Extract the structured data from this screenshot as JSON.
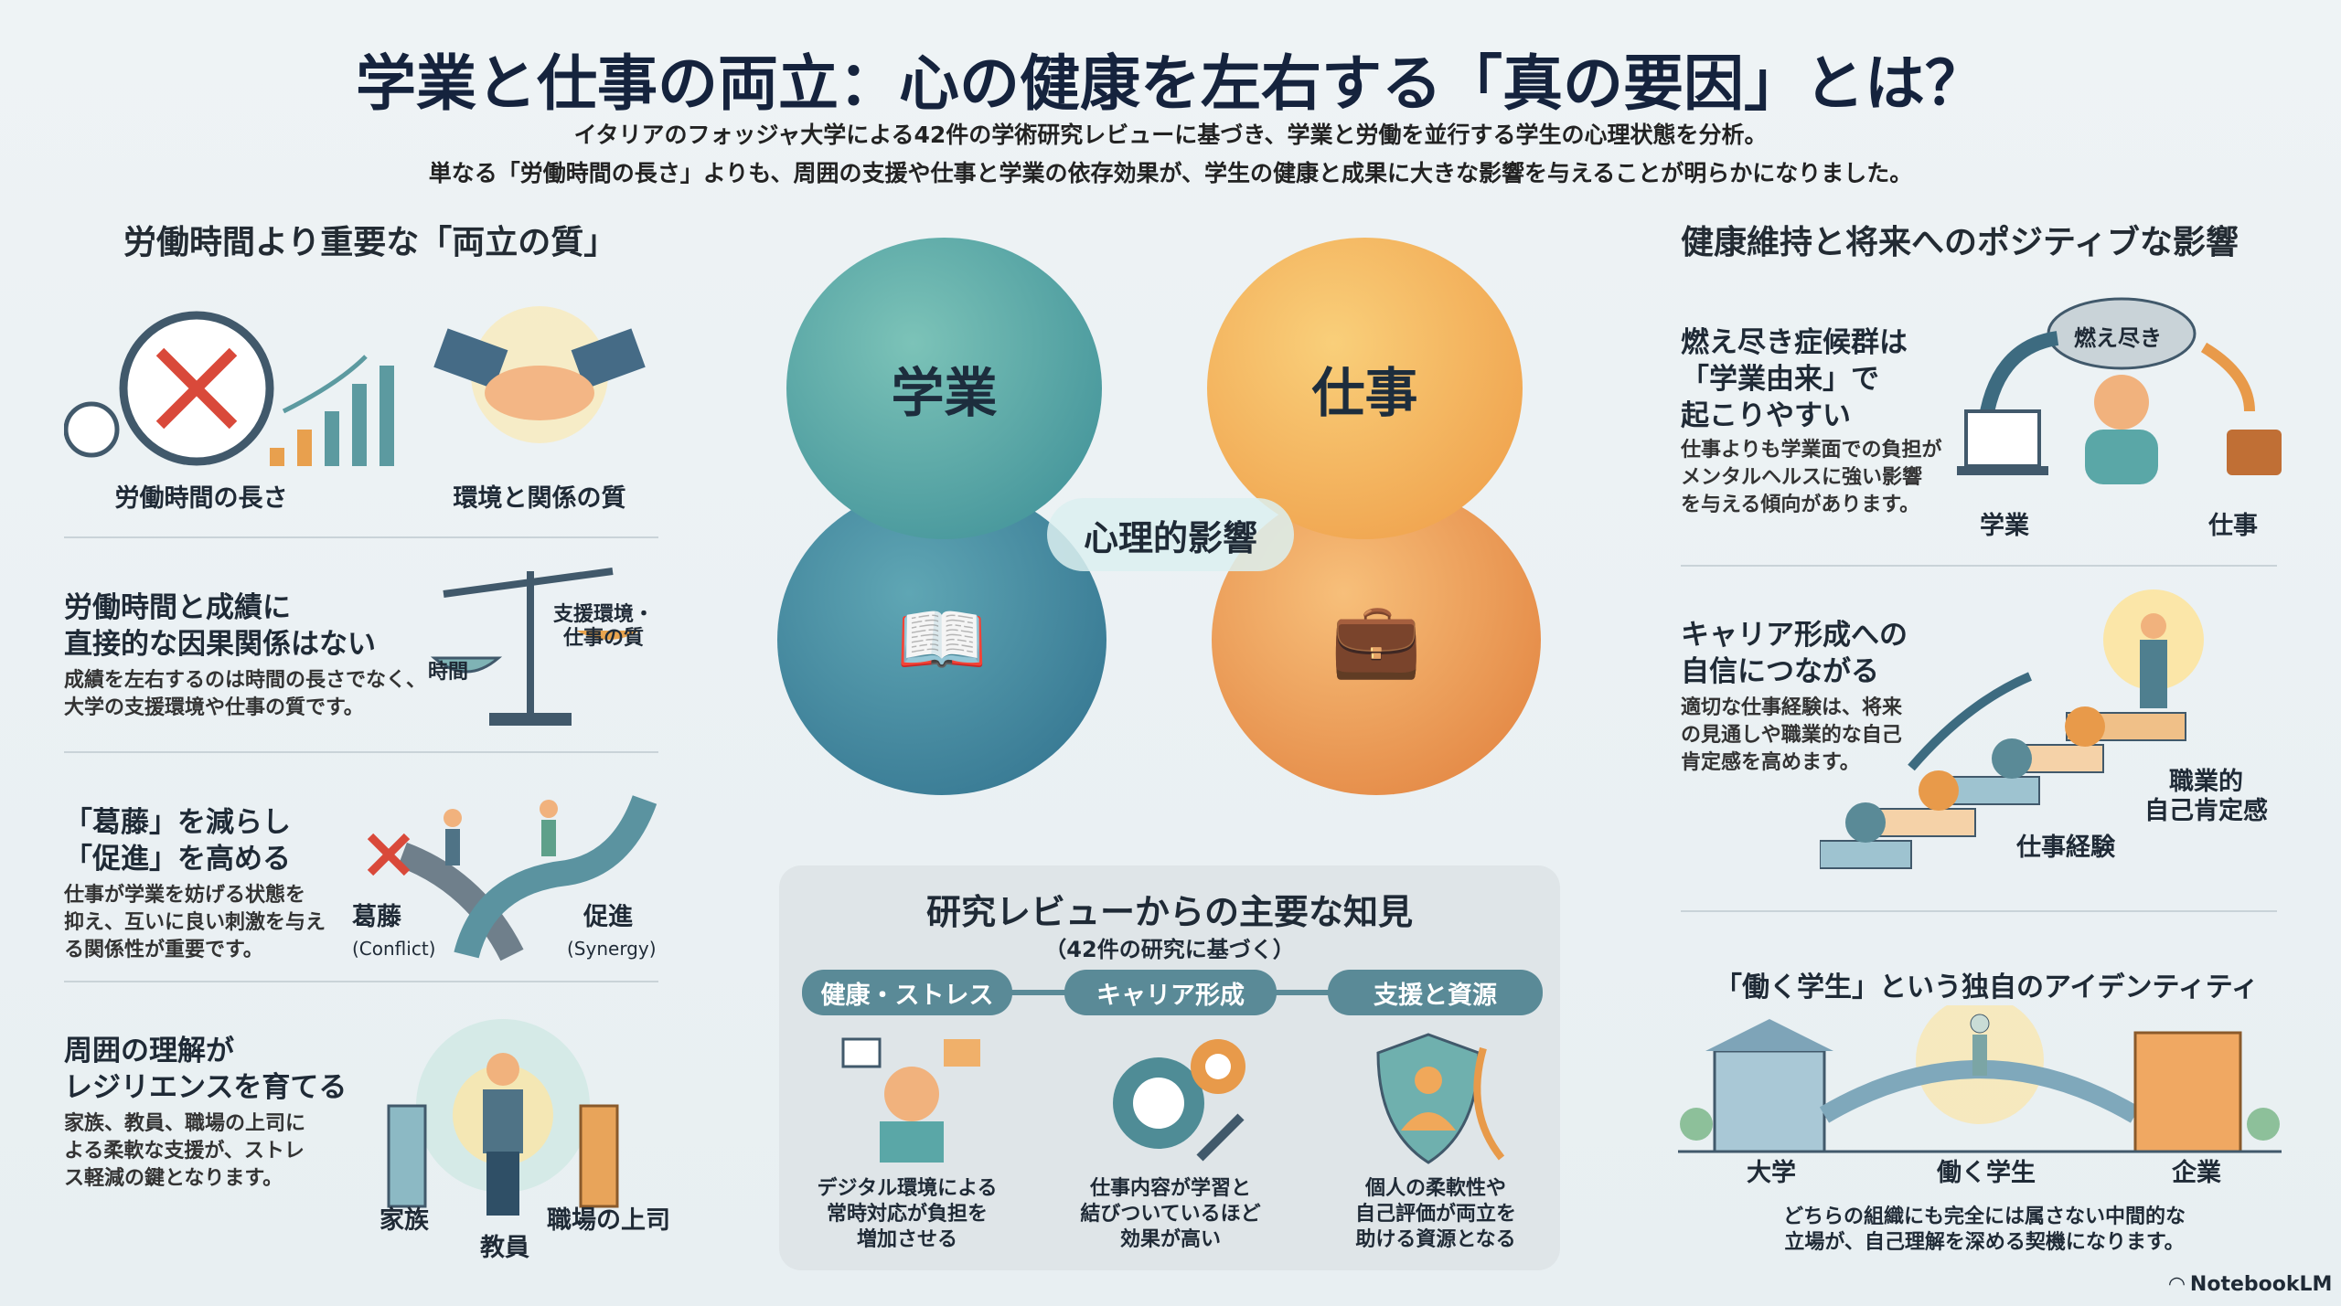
{
  "header": {
    "title": "学業と仕事の両立：心の健康を左右する「真の要因」とは？",
    "subtitle_1": "イタリアのフォッジャ大学による42件の学術研究レビューに基づき、学業と労働を並行する学生の心理状態を分析。",
    "subtitle_2": "単なる「労働時間の長さ」よりも、周囲の支援や仕事と学業の依存効果が、学生の健康と成果に大きな影響を与えることが明らかになりました。"
  },
  "left": {
    "heading": "労働時間より重要な「両立の質」",
    "row1": {
      "label_a": "労働時間の長さ",
      "label_b": "環境と関係の質"
    },
    "row2": {
      "title": "労働時間と成績に\n直接的な因果関係はない",
      "body": "成績を左右するのは時間の長さでなく、\n大学の支援環境や仕事の質です。",
      "scale_left": "時間",
      "scale_right": "支援環境・\n仕事の質"
    },
    "row3": {
      "title": "「葛藤」を減らし\n「促進」を高める",
      "body": "仕事が学業を妨げる状態を\n抑え、互いに良い刺激を与え\nる関係性が重要です。",
      "conflict": "葛藤",
      "conflict_en": "(Conflict)",
      "synergy": "促進",
      "synergy_en": "(Synergy)"
    },
    "row4": {
      "title": "周囲の理解が\nレジリエンスを育てる",
      "body": "家族、教員、職場の上司に\nよる柔軟な支援が、ストレ\nス軽減の鍵となります。",
      "family": "家族",
      "teacher": "教員",
      "boss": "職場の上司"
    }
  },
  "center": {
    "study": "学業",
    "work": "仕事",
    "impact": "心理的影響"
  },
  "findings": {
    "title": "研究レビューからの主要な知見",
    "subtitle": "（42件の研究に基づく）",
    "items": [
      {
        "tag": "健康・ストレス",
        "text": "デジタル環境による\n常時対応が負担を\n増加させる"
      },
      {
        "tag": "キャリア形成",
        "text": "仕事内容が学習と\n結びついているほど\n効果が高い"
      },
      {
        "tag": "支援と資源",
        "text": "個人の柔軟性や\n自己評価が両立を\n助ける資源となる"
      }
    ]
  },
  "right": {
    "heading": "健康維持と将来へのポジティブな影響",
    "row1": {
      "title": "燃え尽き症候群は\n「学業由来」で\n起こりやすい",
      "body": "仕事よりも学業面での負担が\nメンタルヘルスに強い影響\nを与える傾向があります。",
      "cloud": "燃え尽き",
      "study": "学業",
      "work": "仕事"
    },
    "row2": {
      "title": "キャリア形成への\n自信につながる",
      "body": "適切な仕事経験は、将来\nの見通しや職業的な自己\n肯定感を高めます。",
      "steps": "仕事経験",
      "top": "職業的\n自己肯定感"
    },
    "row3": {
      "title": "「働く学生」という独自のアイデンティティ",
      "univ": "大学",
      "student": "働く学生",
      "company": "企業",
      "body": "どちらの組織にも完全には属さない中間的な\n立場が、自己理解を深める契機になります。"
    }
  },
  "footer": {
    "brand": "NotebookLM"
  },
  "colors": {
    "teal": "#4f8c96",
    "orange": "#e89a4a",
    "navy": "#15233d"
  }
}
